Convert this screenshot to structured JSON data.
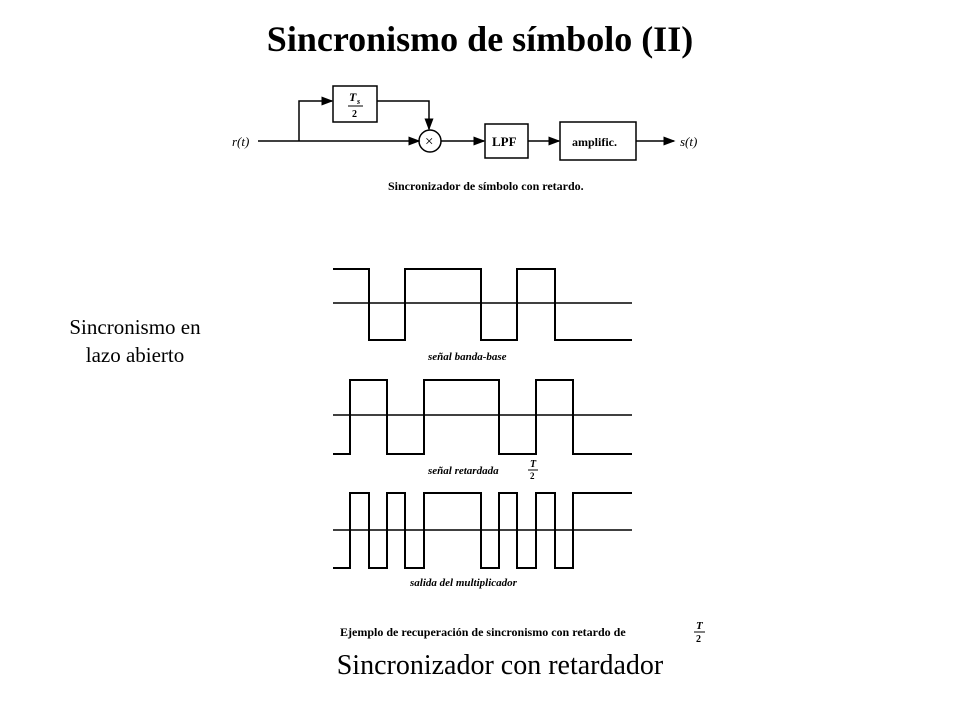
{
  "slide": {
    "title": "Sincronismo de símbolo (II)",
    "side_note_line1": "Sincronismo en",
    "side_note_line2": "lazo abierto",
    "bottom_caption": "Sincronizador con retardador"
  },
  "block_diagram": {
    "input_label": "r(t)",
    "output_label": "s(t)",
    "delay_block_num": "T",
    "delay_block_sub": "s",
    "delay_block_den": "2",
    "multiplier_symbol": "×",
    "lpf_label": "LPF",
    "amp_label": "amplific.",
    "caption": "Sincronizador de símbolo con retardo."
  },
  "waveforms": {
    "baseband_label": "señal banda-base",
    "delayed_label": "señal retardada",
    "delayed_frac_num": "T",
    "delayed_frac_den": "2",
    "product_label": "salida del multiplicador",
    "figure_caption": "Ejemplo de recuperación de sincronismo con retardo de",
    "figure_caption_frac_num": "T",
    "figure_caption_frac_den": "2"
  }
}
